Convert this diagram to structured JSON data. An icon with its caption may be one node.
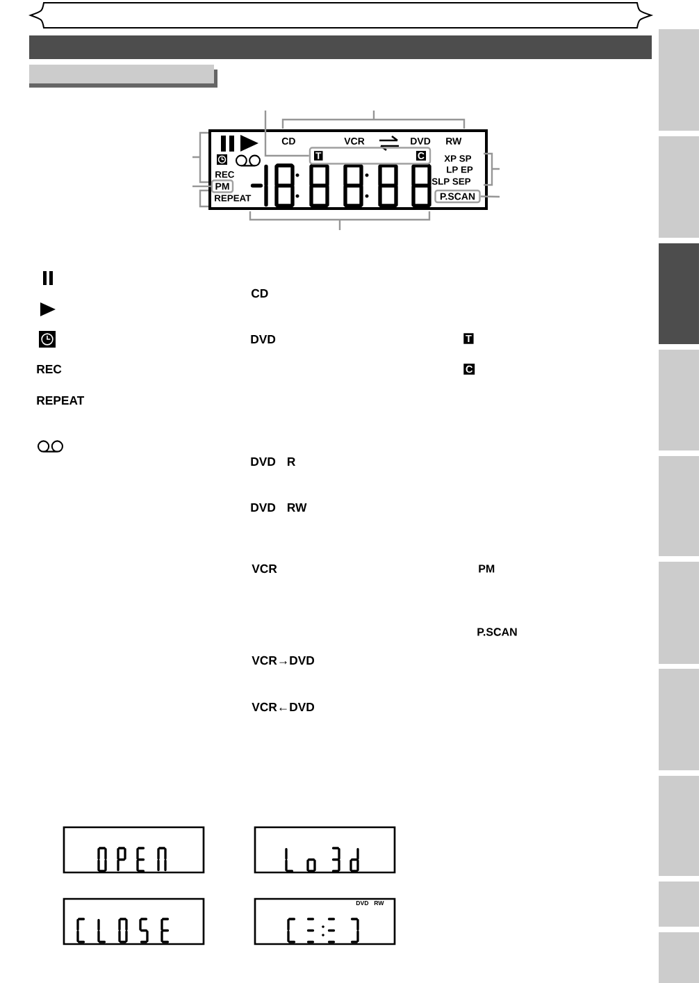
{
  "diagram": {
    "nodes": [
      {
        "text": [
          "T",
          "C"
        ]
      },
      {
        "text": [
          "PM"
        ]
      },
      {
        "text": [
          "P.SCAN"
        ]
      }
    ],
    "edges": [
      {
        "from": null,
        "to": 0,
        "arrow": "none"
      },
      {
        "from": null,
        "to": 1,
        "arrow": "none"
      },
      {
        "from": null,
        "to": 2,
        "arrow": "none"
      }
    ],
    "labels": [
      "CD",
      "VCR",
      "DVD",
      "RW",
      "XP SP",
      "LP EP",
      "SLP SEP",
      "REC",
      "REPEAT",
      "CD",
      "DVD",
      "T",
      "REC",
      "C",
      "REPEAT",
      "DVD R",
      "DVD RW",
      "VCR",
      "PM",
      "P.SCAN",
      "VCR→DVD",
      "VCR←DVD",
      "DVD",
      "RW"
    ]
  }
}
